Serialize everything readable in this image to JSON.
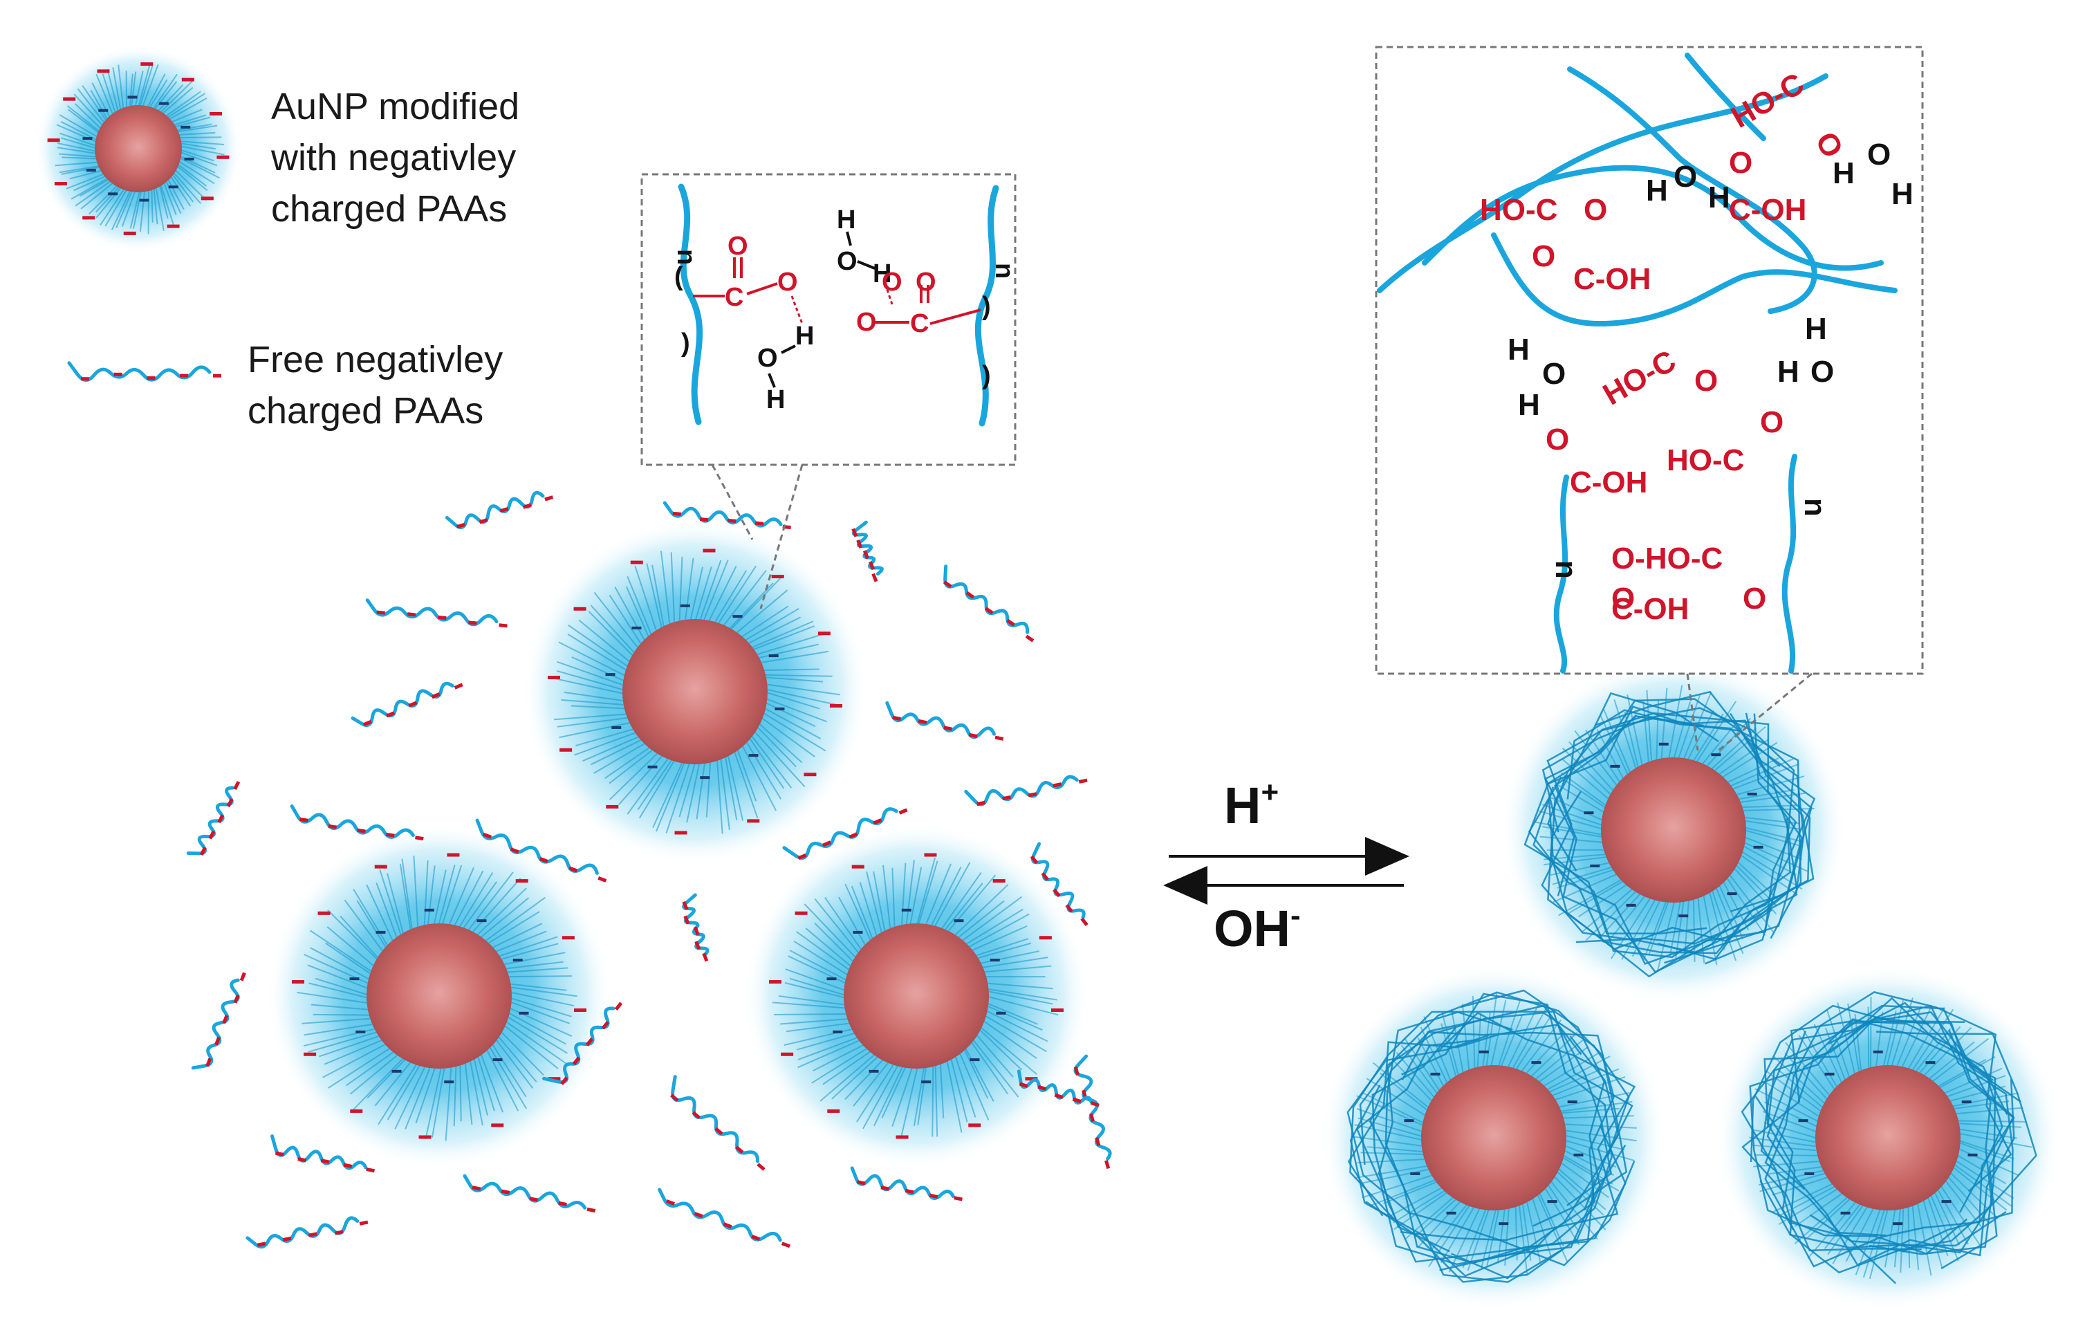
{
  "legend": {
    "aunp_line1": "AuNP modified",
    "aunp_line2": "with negativley",
    "aunp_line3": "charged PAAs",
    "free_line1": "Free negativley",
    "free_line2": "charged PAAs"
  },
  "reaction": {
    "forward": "H",
    "forward_sup": "+",
    "reverse": "OH",
    "reverse_sup": "-"
  },
  "chem": {
    "o": "O",
    "c": "C",
    "h": "H",
    "n": "n",
    "oh": "OH",
    "ho": "HO",
    "ho_c": "HO-C",
    "c_oh": "C-OH",
    "o_ho": "O-HO-C",
    "c_oh_long": "C-OH"
  },
  "colors": {
    "chain": "#1aa6dc",
    "charge": "#d0142a",
    "core": "#c85a5a",
    "halo": "#7fd3ee",
    "inner_charge": "#1c3a6e"
  },
  "icons": {
    "minus": "minus-sign",
    "arrow": "equilibrium-arrow"
  }
}
